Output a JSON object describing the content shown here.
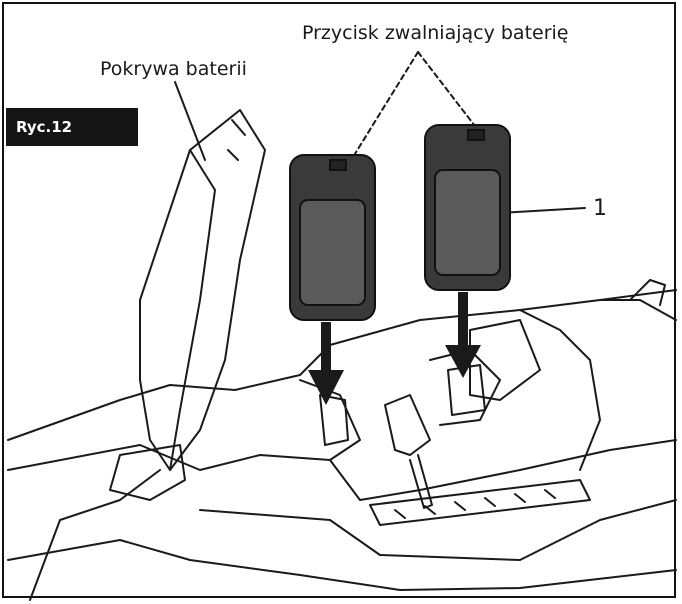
{
  "figure": {
    "tag": "Ryc.12"
  },
  "callouts": {
    "battery_cover": "Pokrywa baterii",
    "release_button": "Przycisk zwalniający baterię",
    "part_number": "1"
  },
  "colors": {
    "ink": "#1a1a1a",
    "battery_body": "#3a3a3a",
    "battery_face": "#5a5a5a",
    "tag_background": "#151515"
  }
}
